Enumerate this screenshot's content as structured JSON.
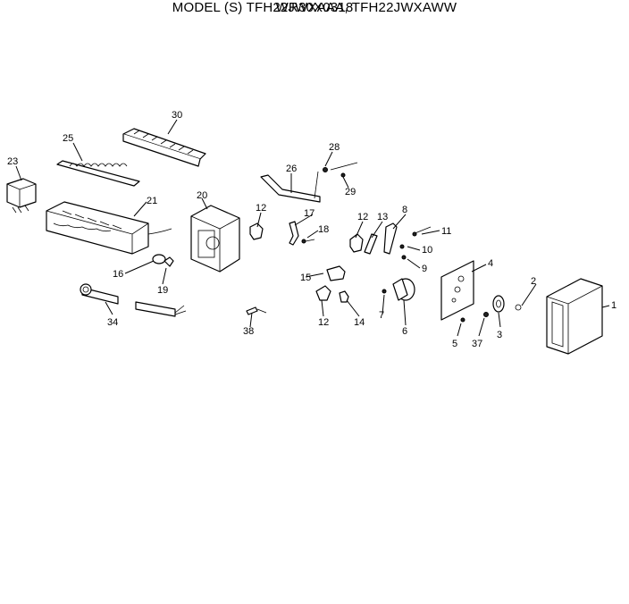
{
  "header": {
    "model_line": "MODEL (S) TFH22JWXAAA, TFH22JWXAWW",
    "part_number": "WR30X0318"
  },
  "callouts": [
    "1",
    "2",
    "3",
    "4",
    "5",
    "6",
    "7",
    "8",
    "9",
    "10",
    "11",
    "12",
    "12",
    "12",
    "13",
    "14",
    "15",
    "16",
    "17",
    "18",
    "19",
    "20",
    "21",
    "23",
    "25",
    "26",
    "28",
    "29",
    "30",
    "34",
    "37",
    "38"
  ]
}
